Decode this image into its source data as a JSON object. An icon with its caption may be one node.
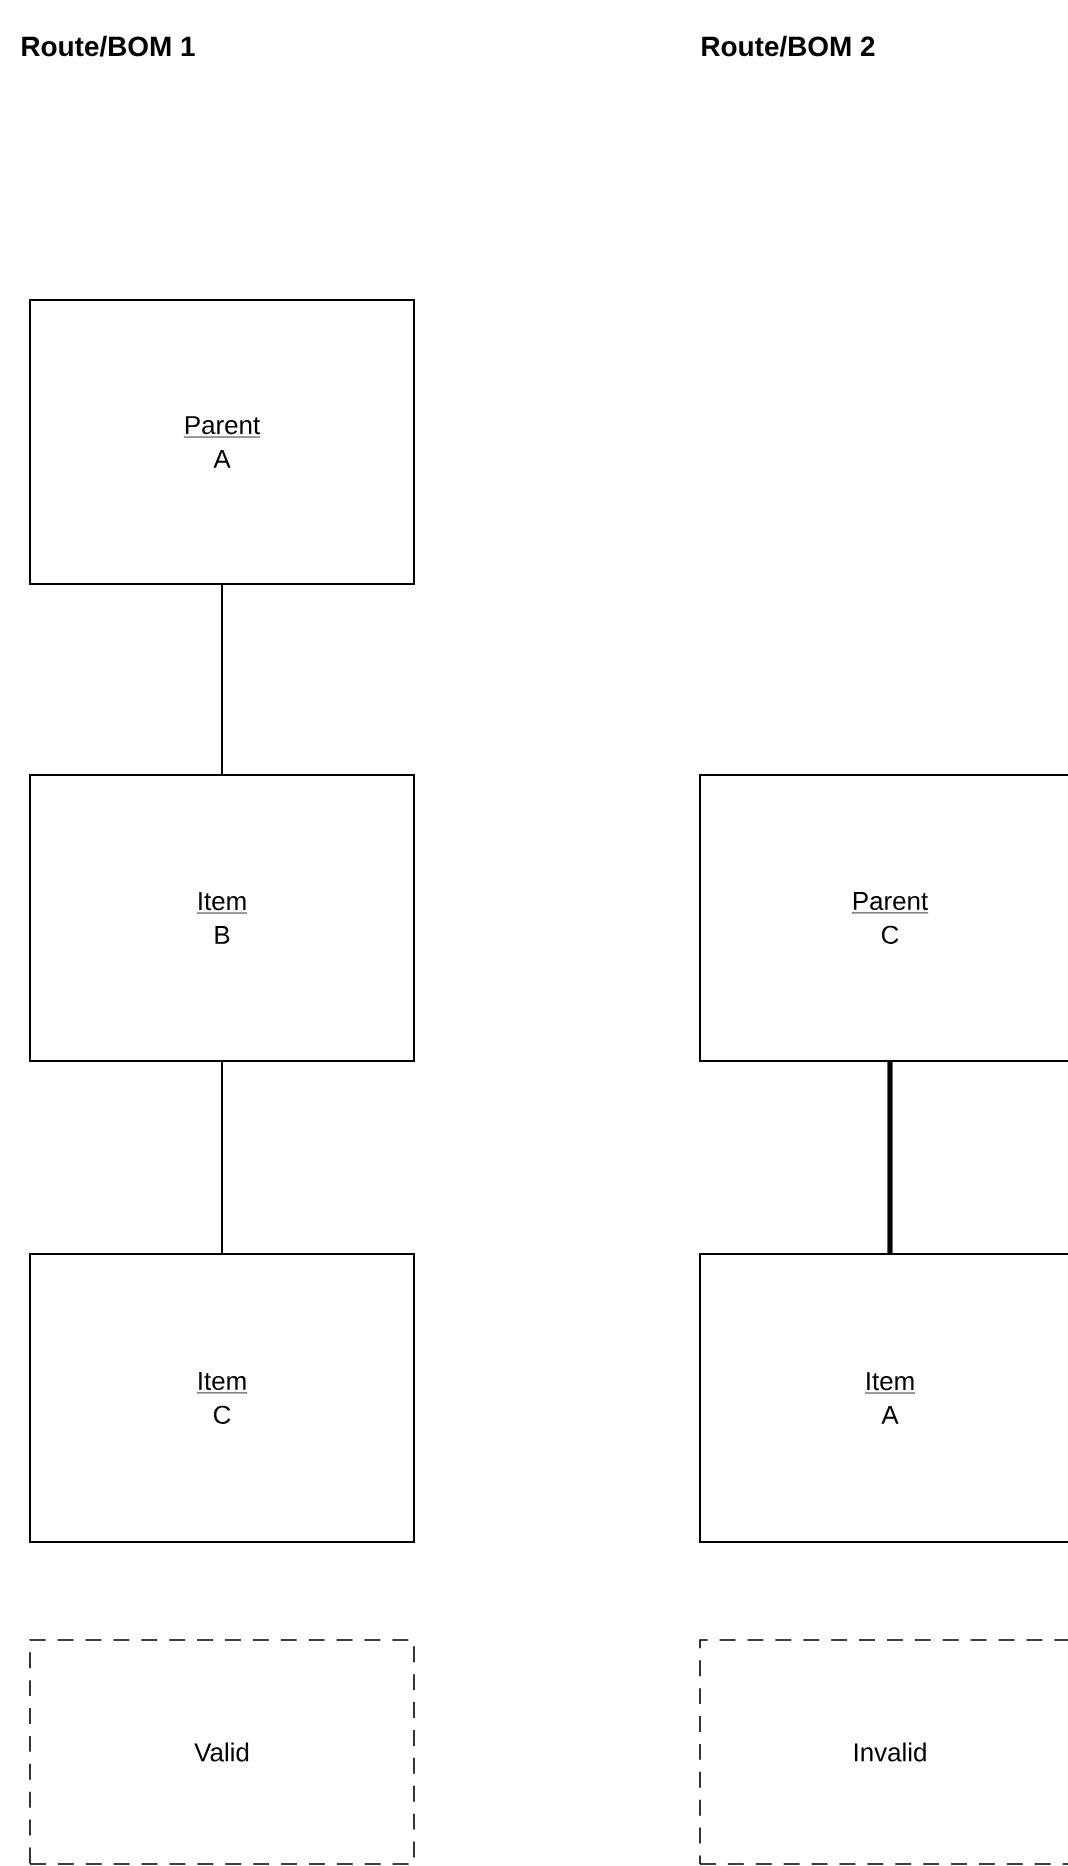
{
  "diagram": {
    "nodes": [
      {
        "text": [
          "Parent",
          "A"
        ]
      },
      {
        "text": [
          "Item",
          "B"
        ]
      },
      {
        "text": [
          "Item",
          "C"
        ]
      },
      {
        "text": [
          "Valid"
        ]
      },
      {
        "text": [
          "Parent",
          "C"
        ]
      },
      {
        "text": [
          "Item",
          "A"
        ]
      },
      {
        "text": [
          "Invalid"
        ]
      }
    ],
    "edges": [
      {
        "from": 0,
        "to": 1,
        "arrow": "none"
      },
      {
        "from": 1,
        "to": 2,
        "arrow": "none"
      },
      {
        "from": 4,
        "to": 5,
        "arrow": "none",
        "style": "thick"
      }
    ],
    "labels": [
      "Route/BOM 1",
      "Route/BOM 2"
    ]
  }
}
